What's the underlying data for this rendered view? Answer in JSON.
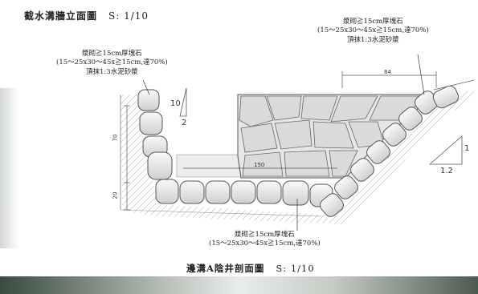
{
  "title_top": "截水溝牆立面圖",
  "title_top_scale": "S: 1/10",
  "title_bottom": "邊溝A陰井剖面圖",
  "title_bottom_scale": "S: 1/10",
  "note_left": {
    "line1": "漿砌≧15cm厚塊石",
    "line2": "(15～25x30～45x≧15cm,達70%)",
    "line3": "頂抹1:3水泥砂漿"
  },
  "note_right": {
    "line1": "漿砌≧15cm厚塊石",
    "line2": "(15～25x30～45x≧15cm,達70%)",
    "line3": "頂抹1:3水泥砂漿"
  },
  "note_bottom": {
    "line1": "漿砌≧15cm厚塊石",
    "line2": "(15～25x30～45x≧15cm,達70%)"
  },
  "dims": {
    "top_width": "84",
    "inner_width": "150",
    "height_upper": "70",
    "height_lower": "20"
  },
  "slope_left": {
    "rise": "10",
    "run": "2"
  },
  "slope_right": {
    "rise": "1",
    "run": "1.2"
  }
}
